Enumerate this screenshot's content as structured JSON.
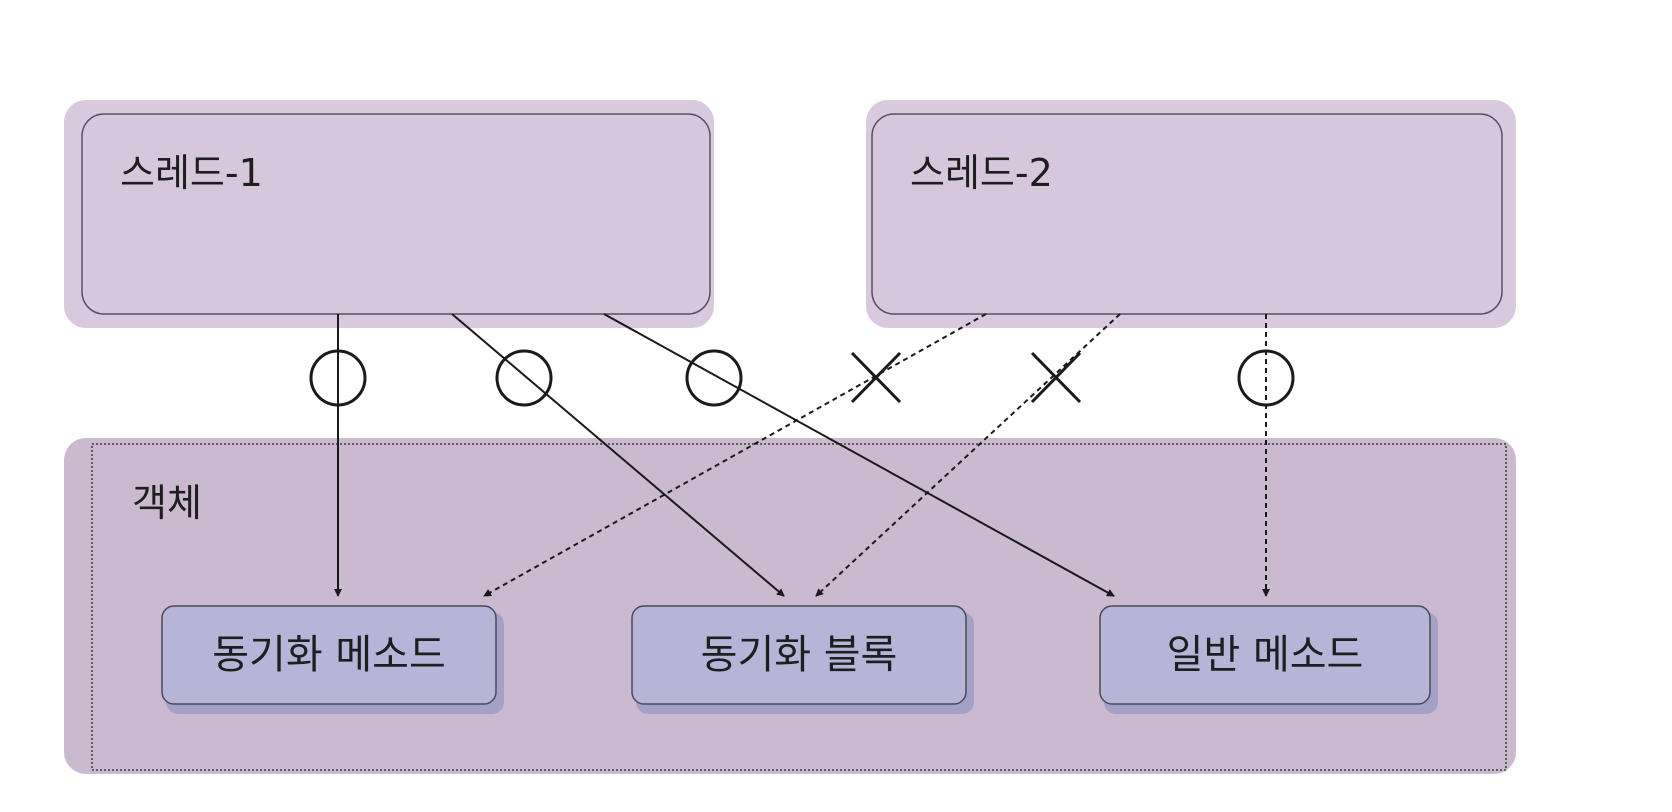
{
  "threads": [
    {
      "id": "thread-1",
      "label": "스레드-1"
    },
    {
      "id": "thread-2",
      "label": "스레드-2"
    }
  ],
  "object": {
    "label": "객체"
  },
  "methods": [
    {
      "id": "sync-method",
      "label": "동기화 메소드"
    },
    {
      "id": "sync-block",
      "label": "동기화 블록"
    },
    {
      "id": "normal-method",
      "label": "일반 메소드"
    }
  ],
  "access": [
    {
      "from": "thread-1",
      "to": "sync-method",
      "style": "solid",
      "mark": "O",
      "allowed": true
    },
    {
      "from": "thread-1",
      "to": "sync-block",
      "style": "solid",
      "mark": "O",
      "allowed": true
    },
    {
      "from": "thread-1",
      "to": "normal-method",
      "style": "solid",
      "mark": "O",
      "allowed": true
    },
    {
      "from": "thread-2",
      "to": "sync-method",
      "style": "dashed",
      "mark": "X",
      "allowed": false
    },
    {
      "from": "thread-2",
      "to": "sync-block",
      "style": "dashed",
      "mark": "X",
      "allowed": false
    },
    {
      "from": "thread-2",
      "to": "normal-method",
      "style": "dashed",
      "mark": "O",
      "allowed": true
    }
  ],
  "colors": {
    "thread_outer": "#d9c9de",
    "thread_inner": "#d7c7dd",
    "object_bg": "#cbb9cf",
    "method_bg": "#b6b5d8",
    "method_shadow": "#a4a0c6",
    "line": "#1a1a1a"
  }
}
